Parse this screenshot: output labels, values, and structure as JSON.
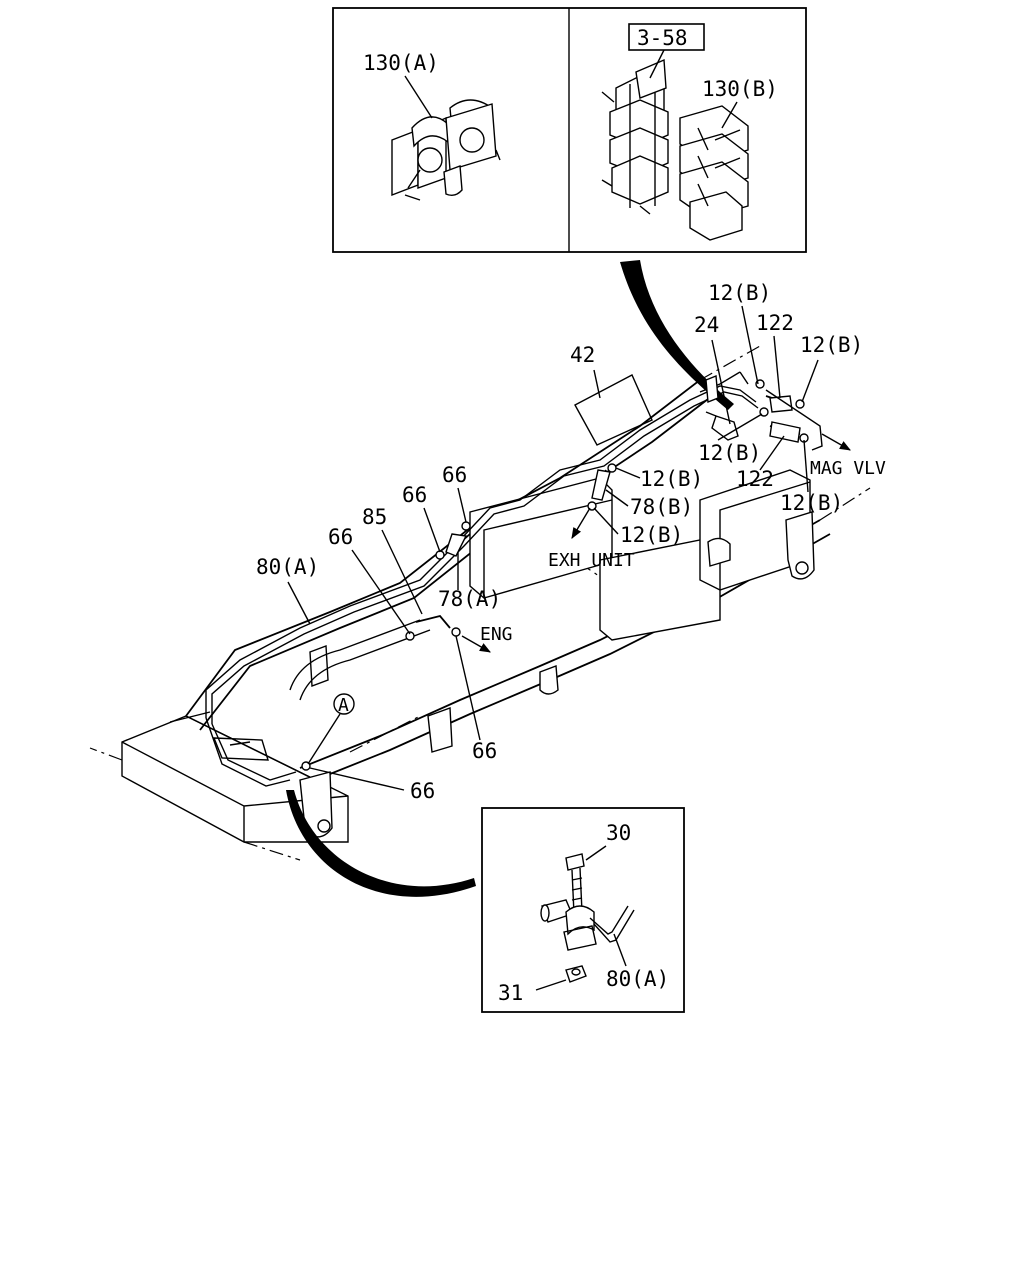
{
  "inset_top": {
    "left_label": "130(A)",
    "ref_box": "3-58",
    "right_label": "130(B)"
  },
  "inset_bottom": {
    "bolt_label": "30",
    "nut_label": "31",
    "pipe_label": "80(A)"
  },
  "callouts": {
    "c12b_a": "12(B)",
    "c24": "24",
    "c122_a": "122",
    "c12b_b": "12(B)",
    "c42": "42",
    "c12b_c": "12(B)",
    "c12b_d": "12(B)",
    "c122_b": "122",
    "c12b_e": "12(B)",
    "c78b": "78(B)",
    "c12b_f": "12(B)",
    "c66_a": "66",
    "c66_b": "66",
    "c85": "85",
    "c66_c": "66",
    "c80a": "80(A)",
    "c78a": "78(A)",
    "c66_d": "66",
    "c66_e": "66",
    "detail_a": "A"
  },
  "destinations": {
    "mag_vlv": "MAG VLV",
    "exh_unit": "EXH UNIT",
    "eng": "ENG"
  },
  "icons": [
    "arrow-icon",
    "circled-letter-a"
  ]
}
